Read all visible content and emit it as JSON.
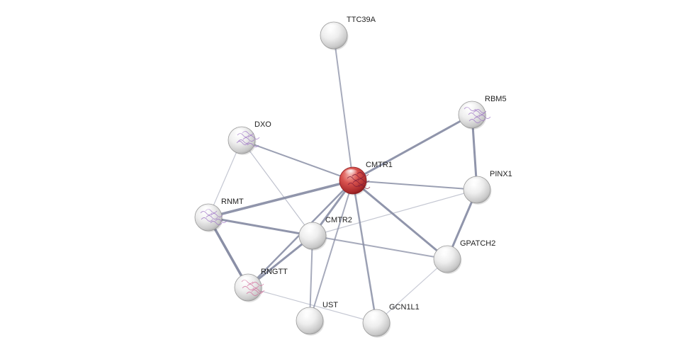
{
  "network": {
    "query_node": "CMTR1",
    "colors": {
      "query_node": "#c0392b",
      "node": "#e6e6e6",
      "edge": "#8a8fa6",
      "background": "#ffffff"
    },
    "nodes": [
      {
        "id": "TTC39A",
        "label": "TTC39A",
        "query": false,
        "structure": false
      },
      {
        "id": "RBM5",
        "label": "RBM5",
        "query": false,
        "structure": true
      },
      {
        "id": "DXO",
        "label": "DXO",
        "query": false,
        "structure": true
      },
      {
        "id": "CMTR1",
        "label": "CMTR1",
        "query": true,
        "structure": true
      },
      {
        "id": "PINX1",
        "label": "PINX1",
        "query": false,
        "structure": false
      },
      {
        "id": "RNMT",
        "label": "RNMT",
        "query": false,
        "structure": true
      },
      {
        "id": "CMTR2",
        "label": "CMTR2",
        "query": false,
        "structure": false
      },
      {
        "id": "GPATCH2",
        "label": "GPATCH2",
        "query": false,
        "structure": false
      },
      {
        "id": "RNGTT",
        "label": "RNGTT",
        "query": false,
        "structure": true
      },
      {
        "id": "UST",
        "label": "UST",
        "query": false,
        "structure": false
      },
      {
        "id": "GCN1L1",
        "label": "GCN1L1",
        "query": false,
        "structure": false
      }
    ],
    "edges": [
      {
        "source": "CMTR1",
        "target": "TTC39A"
      },
      {
        "source": "CMTR1",
        "target": "RBM5"
      },
      {
        "source": "CMTR1",
        "target": "DXO"
      },
      {
        "source": "CMTR1",
        "target": "PINX1"
      },
      {
        "source": "CMTR1",
        "target": "RNMT"
      },
      {
        "source": "CMTR1",
        "target": "CMTR2"
      },
      {
        "source": "CMTR1",
        "target": "GPATCH2"
      },
      {
        "source": "CMTR1",
        "target": "RNGTT"
      },
      {
        "source": "CMTR1",
        "target": "UST"
      },
      {
        "source": "CMTR1",
        "target": "GCN1L1"
      },
      {
        "source": "RBM5",
        "target": "PINX1"
      },
      {
        "source": "PINX1",
        "target": "GPATCH2"
      },
      {
        "source": "PINX1",
        "target": "CMTR2"
      },
      {
        "source": "DXO",
        "target": "RNMT"
      },
      {
        "source": "DXO",
        "target": "CMTR2"
      },
      {
        "source": "RNMT",
        "target": "CMTR2"
      },
      {
        "source": "RNMT",
        "target": "RNGTT"
      },
      {
        "source": "CMTR2",
        "target": "RNGTT"
      },
      {
        "source": "CMTR2",
        "target": "GPATCH2"
      },
      {
        "source": "CMTR2",
        "target": "UST"
      },
      {
        "source": "RNGTT",
        "target": "GCN1L1"
      },
      {
        "source": "GPATCH2",
        "target": "GCN1L1"
      }
    ]
  }
}
